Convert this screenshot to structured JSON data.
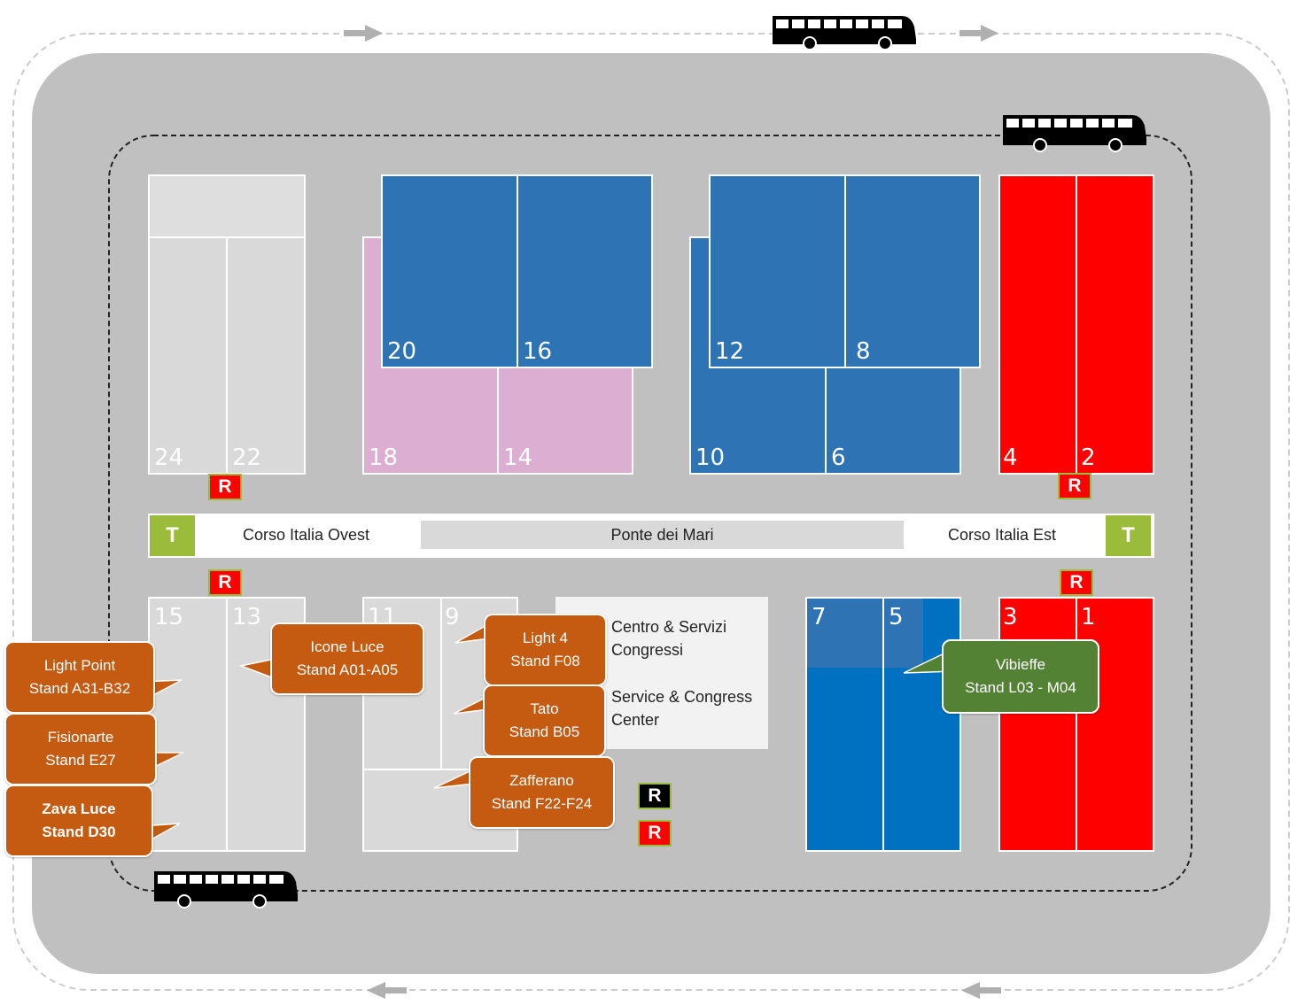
{
  "colors": {
    "outer_area": "#c0c0c0",
    "hall_gray": "#d9d9d9",
    "hall_blue": "#2e74b5",
    "hall_blue_bright": "#0070c0",
    "hall_pink": "#dbaed2",
    "hall_red": "#ff0000",
    "callout_orange": "#c55a11",
    "callout_green": "#548235",
    "t_badge": "#9bbb3b",
    "r_badge": "#ff0000"
  },
  "halls": {
    "h24": "24",
    "h22": "22",
    "h20": "20",
    "h16": "16",
    "h18": "18",
    "h14": "14",
    "h12": "12",
    "h8": "8",
    "h10": "10",
    "h6": "6",
    "h4": "4",
    "h2": "2",
    "h15": "15",
    "h13": "13",
    "h11": "11",
    "h9": "9",
    "h7": "7",
    "h5": "5",
    "h3": "3",
    "h1": "1"
  },
  "road": {
    "west": "Corso Italia Ovest",
    "bridge": "Ponte dei Mari",
    "east": "Corso Italia Est"
  },
  "badges": {
    "tram": "T",
    "restaurant": "R"
  },
  "center": {
    "it_line1": "Centro & Servizi",
    "it_line2": "Congressi",
    "en_line1": "Service & Congress",
    "en_line2": "Center"
  },
  "callouts": {
    "light_point": {
      "name": "Light Point",
      "stand": "Stand A31-B32"
    },
    "fisionarte": {
      "name": "Fisionarte",
      "stand": "Stand E27"
    },
    "zava_luce": {
      "name": "Zava Luce",
      "stand": "Stand D30"
    },
    "icone_luce": {
      "name": "Icone Luce",
      "stand": "Stand A01-A05"
    },
    "light4": {
      "name": "Light 4",
      "stand": "Stand F08"
    },
    "tato": {
      "name": "Tato",
      "stand": "Stand B05"
    },
    "zafferano": {
      "name": "Zafferano",
      "stand": "Stand F22-F24"
    },
    "vibieffe": {
      "name": "Vibieffe",
      "stand": "Stand L03 - M04"
    }
  },
  "icons": [
    "bus-icon",
    "arrow-icon"
  ]
}
